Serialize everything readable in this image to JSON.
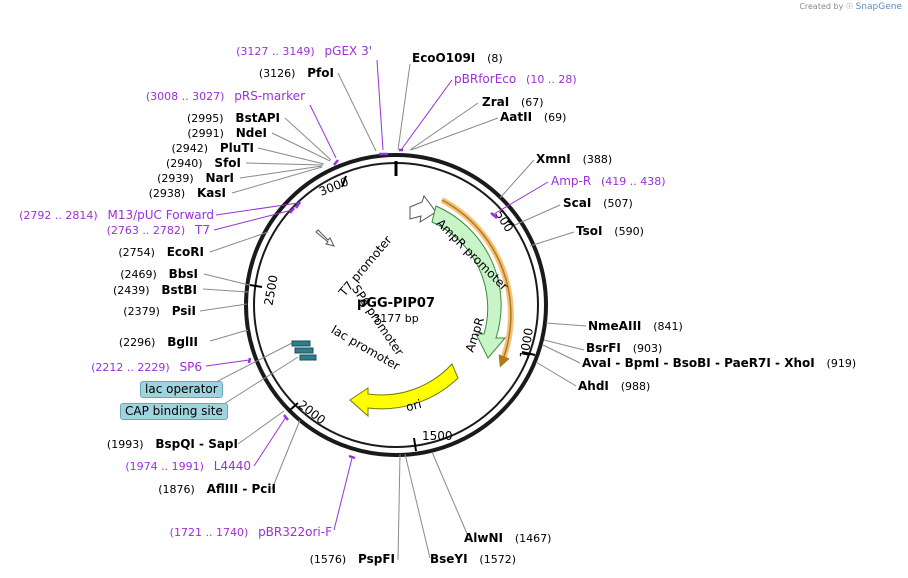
{
  "watermark": {
    "prefix": "Created by",
    "brand": "SnapGene"
  },
  "plasmid": {
    "name": "pGG-PIP07",
    "length_label": "3177 bp",
    "length": 3177
  },
  "ticks": [
    "500",
    "1000",
    "1500",
    "2000",
    "2500",
    "3000"
  ],
  "enzymes": [
    {
      "name": "EcoO109I",
      "pos": "(8)"
    },
    {
      "name": "ZraI",
      "pos": "(67)"
    },
    {
      "name": "AatII",
      "pos": "(69)"
    },
    {
      "name": "XmnI",
      "pos": "(388)"
    },
    {
      "name": "ScaI",
      "pos": "(507)"
    },
    {
      "name": "TsoI",
      "pos": "(590)"
    },
    {
      "name": "NmeAIII",
      "pos": "(841)"
    },
    {
      "name": "BsrFI",
      "pos": "(903)"
    },
    {
      "name": "AvaI - BpmI - BsoBI - PaeR7I - XhoI",
      "pos": "(919)"
    },
    {
      "name": "AhdI",
      "pos": "(988)"
    },
    {
      "name": "AlwNI",
      "pos": "(1467)"
    },
    {
      "name": "BseYI",
      "pos": "(1572)"
    },
    {
      "name": "PspFI",
      "pos": "(1576)"
    },
    {
      "name": "AflIII - PciI",
      "pos": "(1876)"
    },
    {
      "name": "BspQI - SapI",
      "pos": "(1993)"
    },
    {
      "name": "BglII",
      "pos": "(2296)"
    },
    {
      "name": "PsiI",
      "pos": "(2379)"
    },
    {
      "name": "BstBI",
      "pos": "(2439)"
    },
    {
      "name": "BbsI",
      "pos": "(2469)"
    },
    {
      "name": "EcoRI",
      "pos": "(2754)"
    },
    {
      "name": "KasI",
      "pos": "(2938)"
    },
    {
      "name": "NarI",
      "pos": "(2939)"
    },
    {
      "name": "SfoI",
      "pos": "(2940)"
    },
    {
      "name": "PluTI",
      "pos": "(2942)"
    },
    {
      "name": "NdeI",
      "pos": "(2991)"
    },
    {
      "name": "BstAPI",
      "pos": "(2995)"
    },
    {
      "name": "PfoI",
      "pos": "(3126)"
    }
  ],
  "primers": [
    {
      "name": "pGEX 3'",
      "range": "(3127 .. 3149)"
    },
    {
      "name": "pBRforEco",
      "range": "(10 .. 28)"
    },
    {
      "name": "pRS-marker",
      "range": "(3008 .. 3027)"
    },
    {
      "name": "Amp-R",
      "range": "(419 .. 438)"
    },
    {
      "name": "M13/pUC Forward",
      "range": "(2792 .. 2814)"
    },
    {
      "name": "T7",
      "range": "(2763 .. 2782)"
    },
    {
      "name": "SP6",
      "range": "(2212 .. 2229)"
    },
    {
      "name": "L4440",
      "range": "(1974 .. 1991)"
    },
    {
      "name": "pBR322ori-F",
      "range": "(1721 .. 1740)"
    }
  ],
  "features": [
    {
      "name": "AmpR promoter"
    },
    {
      "name": "AmpR"
    },
    {
      "name": "ori"
    },
    {
      "name": "T7 promoter"
    },
    {
      "name": "SP6 promoter"
    },
    {
      "name": "lac promoter"
    },
    {
      "name": "lac operator"
    },
    {
      "name": "CAP binding site"
    }
  ],
  "colors": {
    "primer": "#9b30d9",
    "ampr": "#c8f5c8",
    "ori": "#ffff00",
    "amp_outline": "#e8a33a",
    "box": "#9fd3df"
  }
}
